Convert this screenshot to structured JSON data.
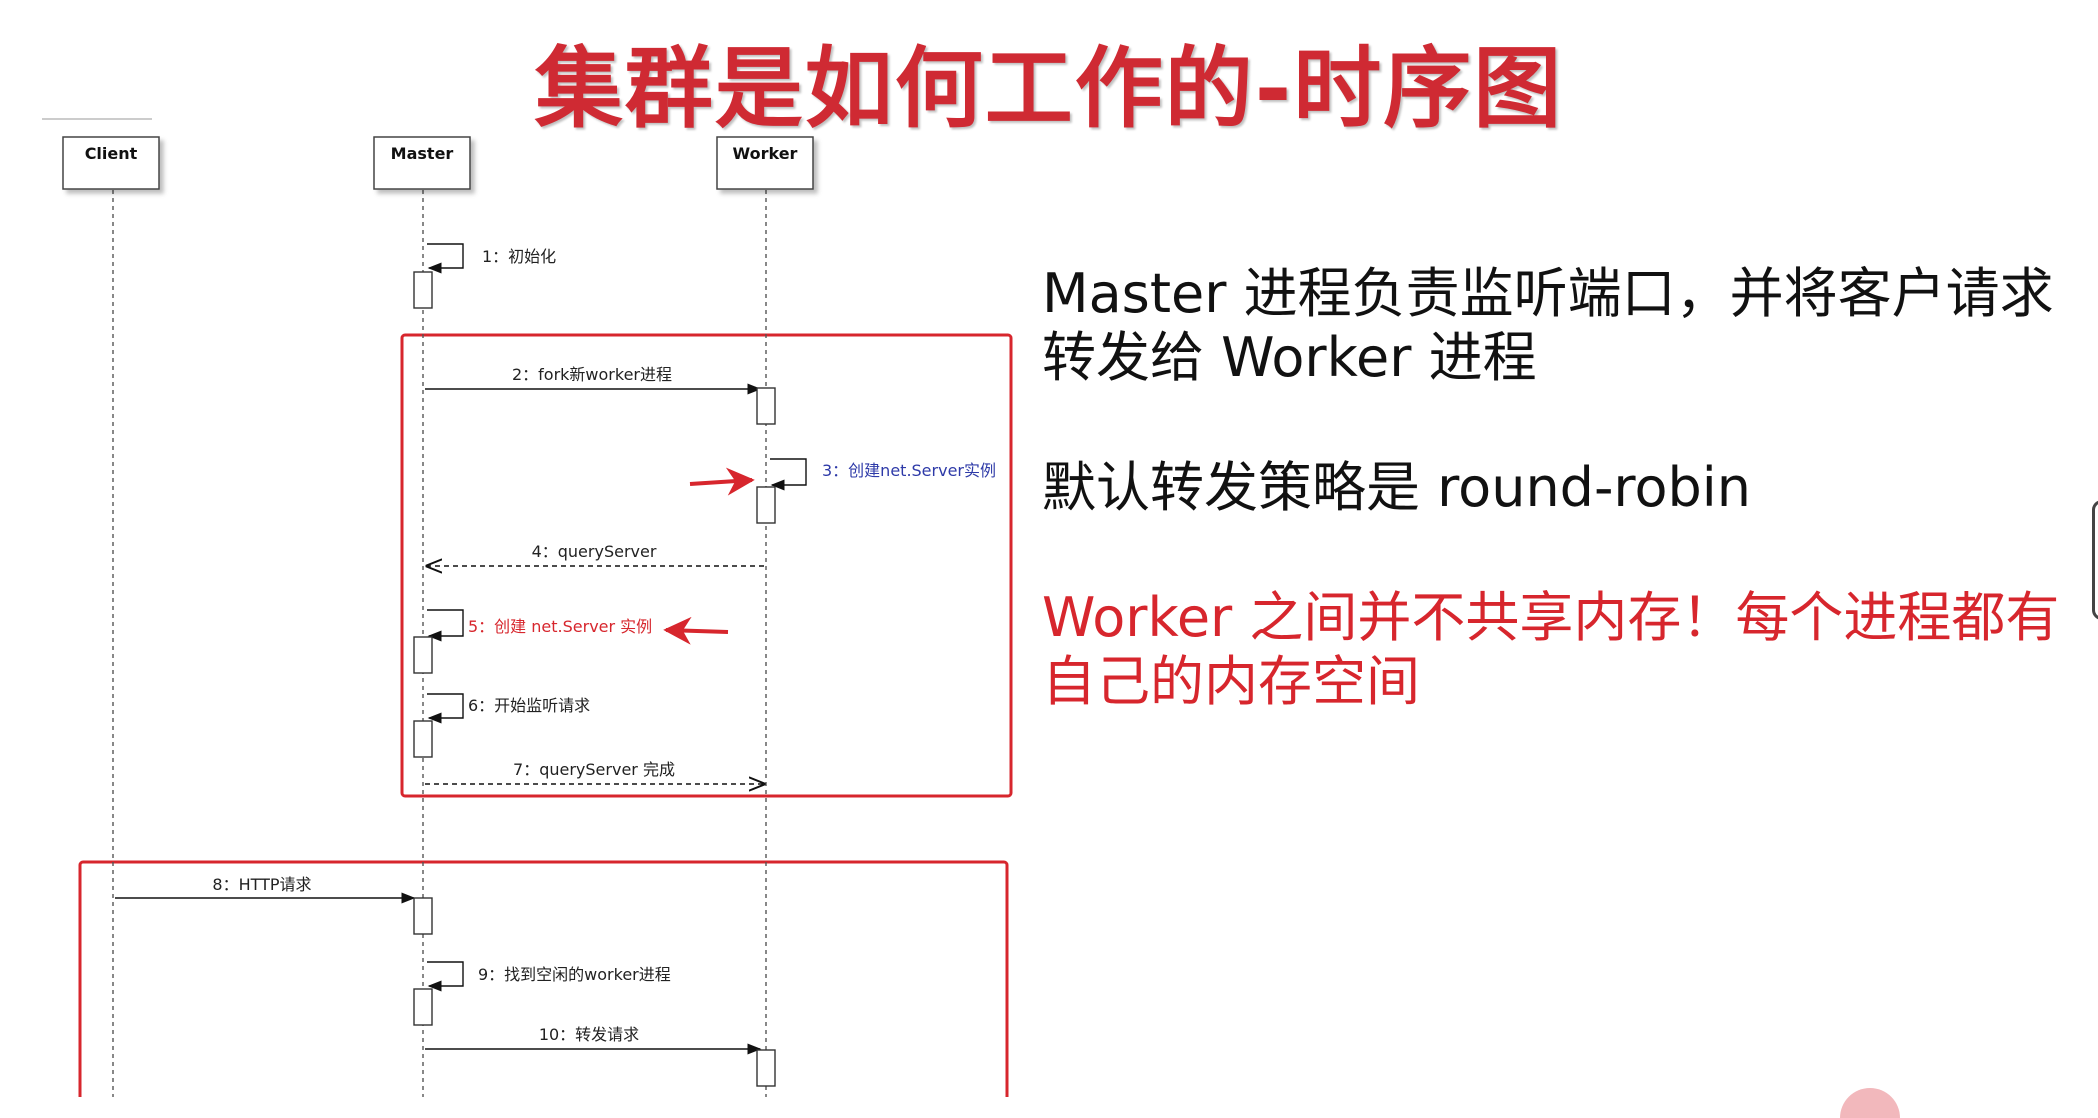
{
  "title": "集群是如何工作的-时序图",
  "colors": {
    "title": "#cf2a33",
    "highlight_box": "#d7262d",
    "emphasis_text": "#d7262d",
    "blue_label": "#2e3aa8",
    "lifeline": "#555555"
  },
  "participants": [
    {
      "id": "client",
      "label": "Client"
    },
    {
      "id": "master",
      "label": "Master"
    },
    {
      "id": "worker",
      "label": "Worker"
    }
  ],
  "messages": [
    {
      "label": "1：初始化",
      "from": "master",
      "to": "master",
      "kind": "self",
      "style": "normal"
    },
    {
      "label": "2：fork新worker进程",
      "from": "master",
      "to": "worker",
      "kind": "sync",
      "style": "normal"
    },
    {
      "label": "3：创建net.Server实例",
      "from": "worker",
      "to": "worker",
      "kind": "self",
      "style": "blue"
    },
    {
      "label": "4：queryServer",
      "from": "worker",
      "to": "master",
      "kind": "return",
      "style": "normal"
    },
    {
      "label": "5：创建 net.Server 实例",
      "from": "master",
      "to": "master",
      "kind": "self",
      "style": "red"
    },
    {
      "label": "6：开始监听请求",
      "from": "master",
      "to": "master",
      "kind": "self",
      "style": "normal"
    },
    {
      "label": "7：queryServer 完成",
      "from": "master",
      "to": "worker",
      "kind": "return",
      "style": "normal"
    },
    {
      "label": "8：HTTP请求",
      "from": "client",
      "to": "master",
      "kind": "sync",
      "style": "normal"
    },
    {
      "label": "9：找到空闲的worker进程",
      "from": "master",
      "to": "master",
      "kind": "self",
      "style": "normal"
    },
    {
      "label": "10：转发请求",
      "from": "master",
      "to": "worker",
      "kind": "sync",
      "style": "normal"
    }
  ],
  "notes": [
    {
      "text": "Master 进程负责监听端口，并将客户请求转发给 Worker 进程",
      "emphasis": false
    },
    {
      "text": "默认转发策略是 round-robin",
      "emphasis": false
    },
    {
      "text": "Worker 之间并不共享内存！每个进程都有自己的内存空间",
      "emphasis": true
    }
  ]
}
